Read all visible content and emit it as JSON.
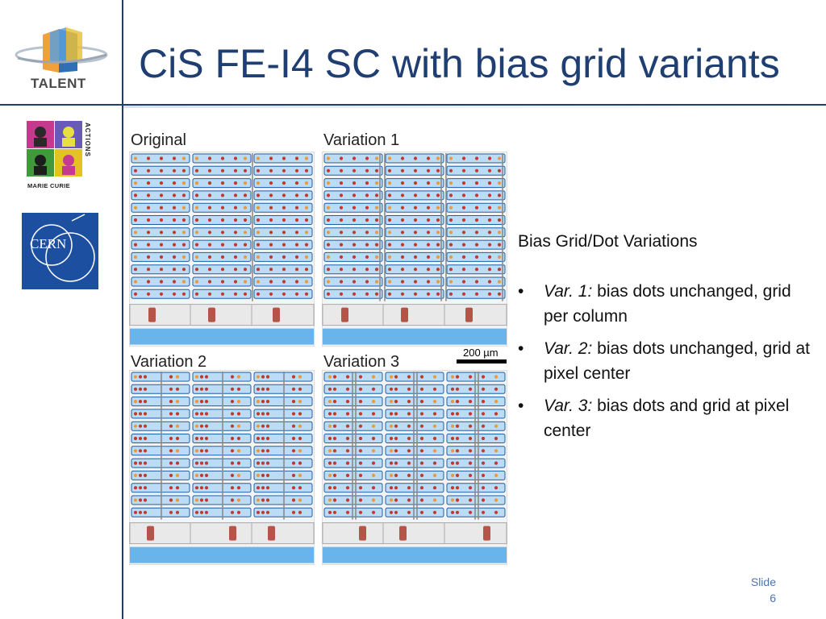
{
  "slide": {
    "title": "CiS FE-I4 SC with bias grid variants",
    "slide_label": "Slide",
    "slide_number": "6"
  },
  "logos": {
    "talent": "TALENT",
    "marie_curie": "MARIE CURIE",
    "actions": "ACTIONS",
    "cern": "CERN"
  },
  "figure": {
    "panels": [
      {
        "label": "Original",
        "variant": "original"
      },
      {
        "label": "Variation 1",
        "variant": "var1"
      },
      {
        "label": "Variation 2",
        "variant": "var2"
      },
      {
        "label": "Variation 3",
        "variant": "var3"
      }
    ],
    "scale_label": "200 µm",
    "colors": {
      "pixel_fill": "#bcdcf5",
      "pixel_border": "#1a5fa8",
      "grid_line": "#8a8a8a",
      "bias_dot": "#c0392b",
      "bias_dot_orange": "#e89a3c",
      "pad_fill": "#b5554a",
      "bottom_bar": "#6ab4ec"
    }
  },
  "text": {
    "heading": "Bias Grid/Dot Variations",
    "bullets": [
      {
        "marker": "•",
        "label": "Var. 1:",
        "text": " bias dots unchanged, grid per column"
      },
      {
        "marker": "•",
        "label": "Var. 2:",
        "text": " bias dots unchanged, grid at pixel center"
      },
      {
        "marker": "•",
        "label": "Var. 3:",
        "text": " bias dots and grid at pixel center"
      }
    ]
  }
}
